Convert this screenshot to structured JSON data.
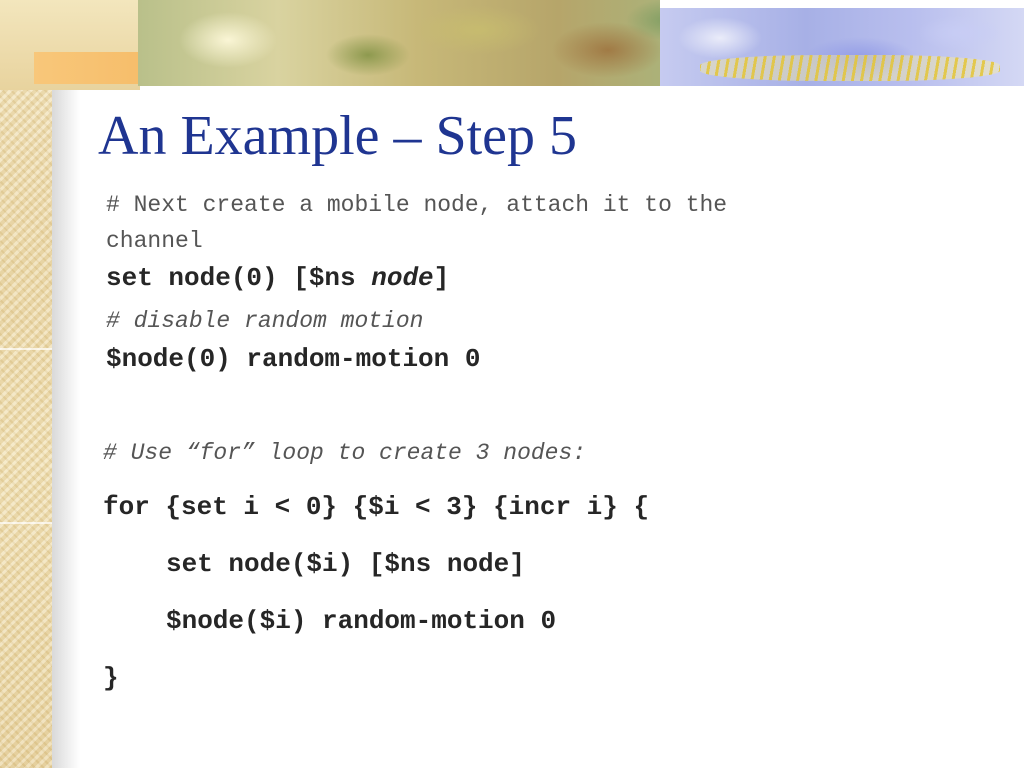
{
  "slide": {
    "title": "An Example – Step 5",
    "comment1_line1": "# Next create a mobile node, attach it to the",
    "comment1_line2": "channel",
    "set_node_prefix": "set node(0) [$ns ",
    "set_node_italic": "node",
    "set_node_suffix": "]",
    "comment2": "# disable random motion",
    "random_motion_stmt": "$node(0) random-motion 0",
    "comment3": "# Use “for” loop to create 3 nodes:",
    "for_line": "for {set i < 0} {$i < 3} {incr i} {",
    "loop_body_1": "set node($i) [$ns node]",
    "loop_body_2": "$node($i) random-motion 0",
    "closing_brace": "}"
  },
  "colors": {
    "title": "#1f3591",
    "code": "#262626",
    "comment": "#555555"
  }
}
